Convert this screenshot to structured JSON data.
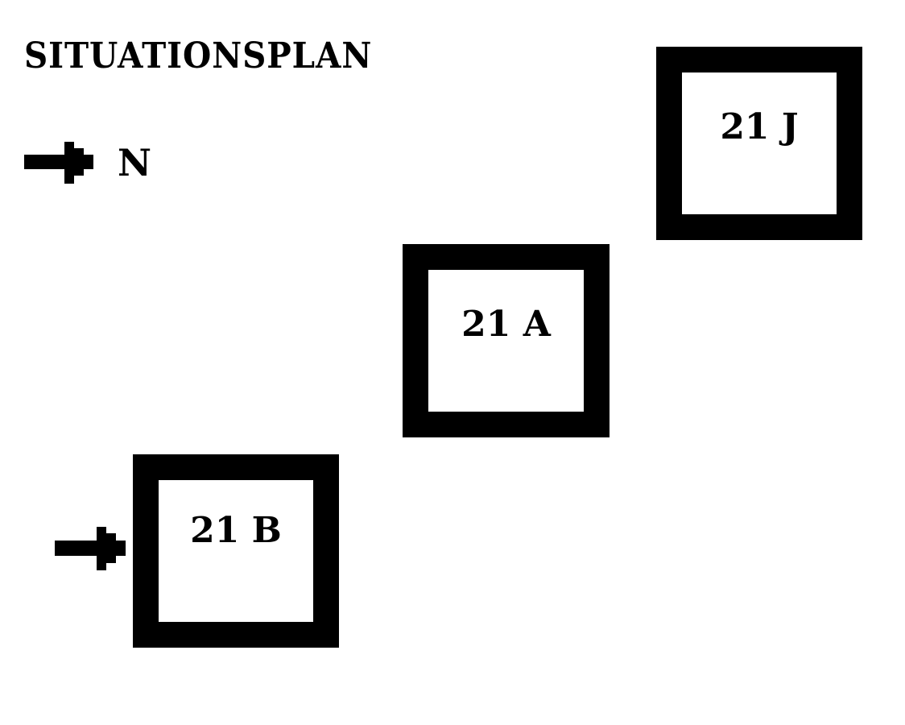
{
  "title": "SITUATIONSPLAN",
  "north": {
    "label": "N",
    "icon": "arrow-right-icon"
  },
  "buildings": [
    {
      "id": "21J",
      "label": "21 J"
    },
    {
      "id": "21A",
      "label": "21 A"
    },
    {
      "id": "21B",
      "label": "21 B"
    }
  ],
  "entrance": {
    "icon": "arrow-right-icon",
    "target": "21 B"
  },
  "colors": {
    "ink": "#000000",
    "background": "#ffffff"
  }
}
